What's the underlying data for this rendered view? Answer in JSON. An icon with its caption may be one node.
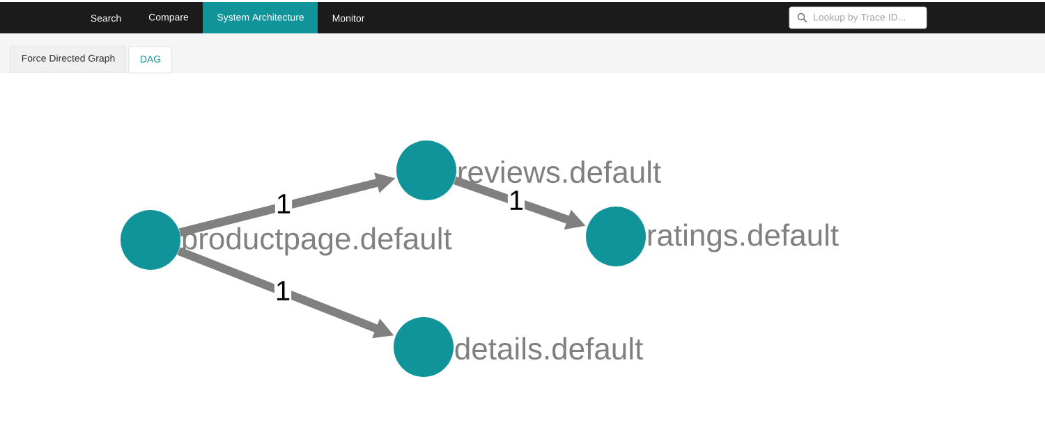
{
  "diagram": {
    "nodes": [
      {
        "text": [
          "productpage.default"
        ]
      },
      {
        "text": [
          "reviews.default"
        ]
      },
      {
        "text": [
          "ratings.default"
        ]
      },
      {
        "text": [
          "details.default"
        ]
      }
    ],
    "edges": [
      {
        "from": 0,
        "to": 1,
        "arrow": "to",
        "label": "1"
      },
      {
        "from": 1,
        "to": 2,
        "arrow": "to",
        "label": "1"
      },
      {
        "from": 0,
        "to": 3,
        "arrow": "to",
        "label": "1"
      }
    ],
    "labels": [
      "Search",
      "Compare",
      "System Architecture",
      "Monitor",
      "Lookup by Trace ID...",
      "Force Directed Graph",
      "DAG"
    ]
  }
}
